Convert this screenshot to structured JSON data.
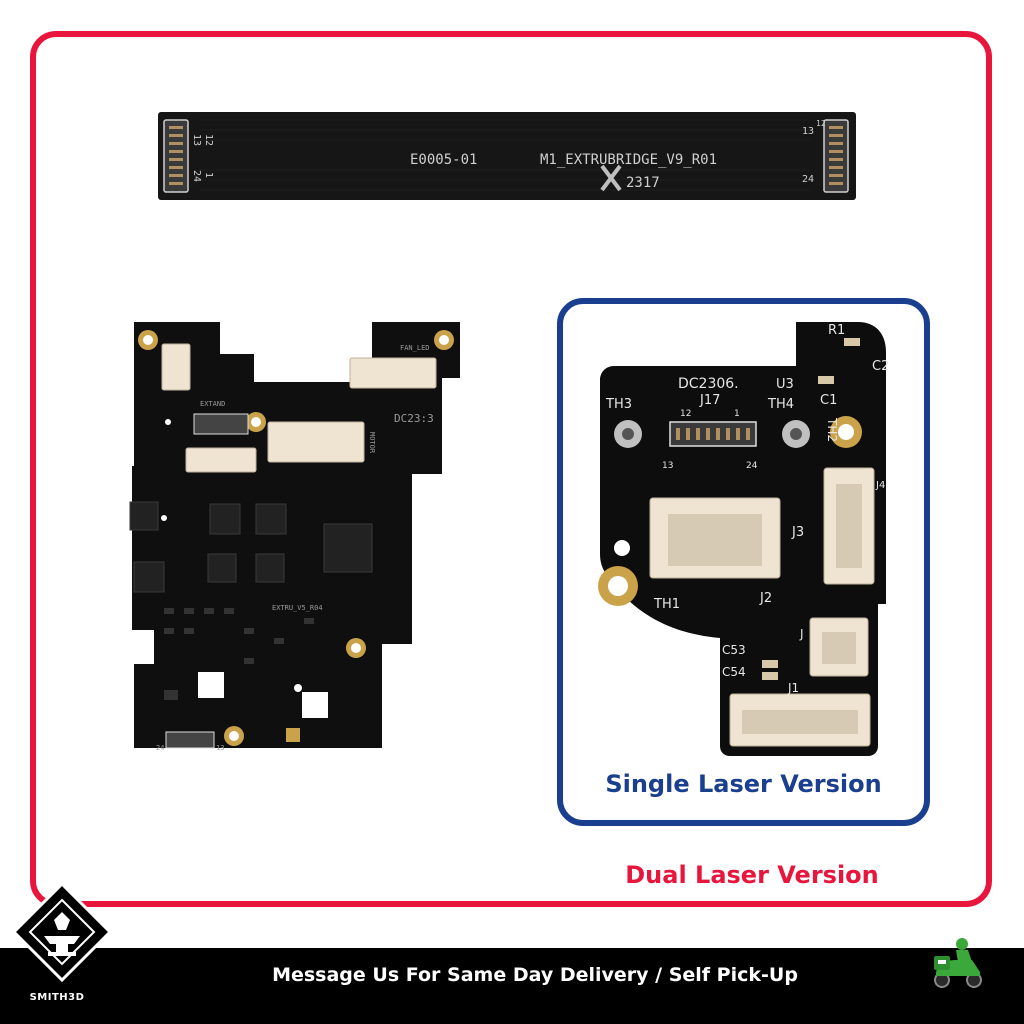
{
  "cable": {
    "code": "E0005-01",
    "model": "M1_EXTRUBRIDGE_V9_R01",
    "year": "2317",
    "pin_top_left_a": "12",
    "pin_top_left_b": "13",
    "pin_bottom_left_a": "24",
    "pin_bottom_left_b": "1",
    "pin_top_right_a": "13",
    "pin_top_right_b": "12",
    "pin_bottom_right": "24"
  },
  "dual_board": {
    "fan_led": "FAN_LED",
    "extand": "EXTAND",
    "dc_code": "DC23:3",
    "motor": "MOTOR",
    "extru": "EXTRU_V5_R04",
    "pin_24": "24",
    "pin_13": "13"
  },
  "single_board": {
    "dc_code": "DC2306.",
    "r1": "R1",
    "c2": "C2",
    "u3": "U3",
    "c1": "C1",
    "th3": "TH3",
    "j17": "J17",
    "th4": "TH4",
    "th2": "TH2",
    "pin_12": "12",
    "pin_1": "1",
    "pin_13": "13",
    "pin_24": "24",
    "j3": "J3",
    "j4": "J4",
    "th1": "TH1",
    "j2": "J2",
    "c53": "C53",
    "c54": "C54",
    "j5": "J",
    "j1": "J1"
  },
  "labels": {
    "single": "Single Laser Version",
    "dual": "Dual Laser Version"
  },
  "footer": {
    "message": "Message Us For Same Day Delivery / Self Pick-Up",
    "brand": "SMITH3D"
  },
  "colors": {
    "accent_red": "#e8163d",
    "accent_blue": "#1b3f8f",
    "pcb": "#0d0d0d",
    "connector": "#efe4d2",
    "gold": "#c9a24a"
  }
}
